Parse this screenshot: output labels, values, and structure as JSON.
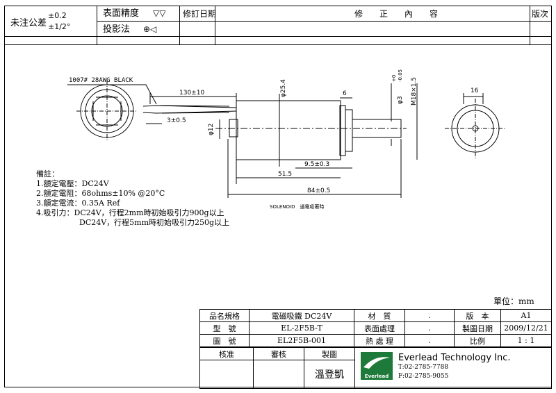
{
  "header": {
    "tolerance_label": "未注公差",
    "tolerance_linear": "±0.2",
    "tolerance_angular": "±1/2°",
    "surface_finish_label": "表面精度",
    "surface_finish_symbol": "▽▽",
    "projection_label": "投影法",
    "projection_symbol": "⊕◁",
    "revision_date_label": "修訂日期",
    "revision_content_label": "修　　正　　內　　容",
    "version_label": "版次"
  },
  "drawing": {
    "wire_label": "1007# 28AWG BLACK",
    "dims": {
      "lead_length": "130±10",
      "strip": "3±0.5",
      "body_dia": "φ25.4",
      "shaft_dia": "φ12",
      "flange_w": "6",
      "plunger_dia": "φ3",
      "plunger_tol_upper": "+0",
      "plunger_tol_lower": "-0.05",
      "thread": "M18×1.5",
      "stroke": "9.5±0.3",
      "body_len": "51.5",
      "total_len": "84±0.5",
      "end_w": "16"
    },
    "caption": "SOLENOID　通電吸著時"
  },
  "notes": {
    "title": "備註：",
    "lines": [
      "1.額定電壓：DC24V",
      "2.額定電阻：68ohms±10% @20°C",
      "3.額定電流：0.35A Ref",
      "4.吸引力：DC24V，行程2mm時初始吸引力900g以上",
      "DC24V，行程5mm時初始吸引力250g以上"
    ]
  },
  "unit": "單位：mm",
  "title_block": {
    "name_label": "品名規格",
    "name_value": "電磁吸鐵 DC24V",
    "material_label": "材　質",
    "material_value": ".",
    "version_label": "版　本",
    "version_value": "A1",
    "model_label": "型　號",
    "model_value": "EL-2F5B-T",
    "surface_label": "表面處理",
    "surface_value": ".",
    "date_label": "製圖日期",
    "date_value": "2009/12/21",
    "drawing_no_label": "圖　號",
    "drawing_no_value": "EL2F5B-001",
    "heat_label": "熱 處 理",
    "heat_value": ".",
    "scale_label": "比例",
    "scale_value": "1 : 1",
    "approve_label": "核准",
    "check_label": "審核",
    "draw_label": "製圖",
    "drafter": "溫登凱",
    "company": "Everlead Technology Inc.",
    "logo_text": "Everlead",
    "tel": "T:02-2785-7788",
    "fax": "F:02-2785-9055",
    "logo_color": "#1e7a3a"
  }
}
